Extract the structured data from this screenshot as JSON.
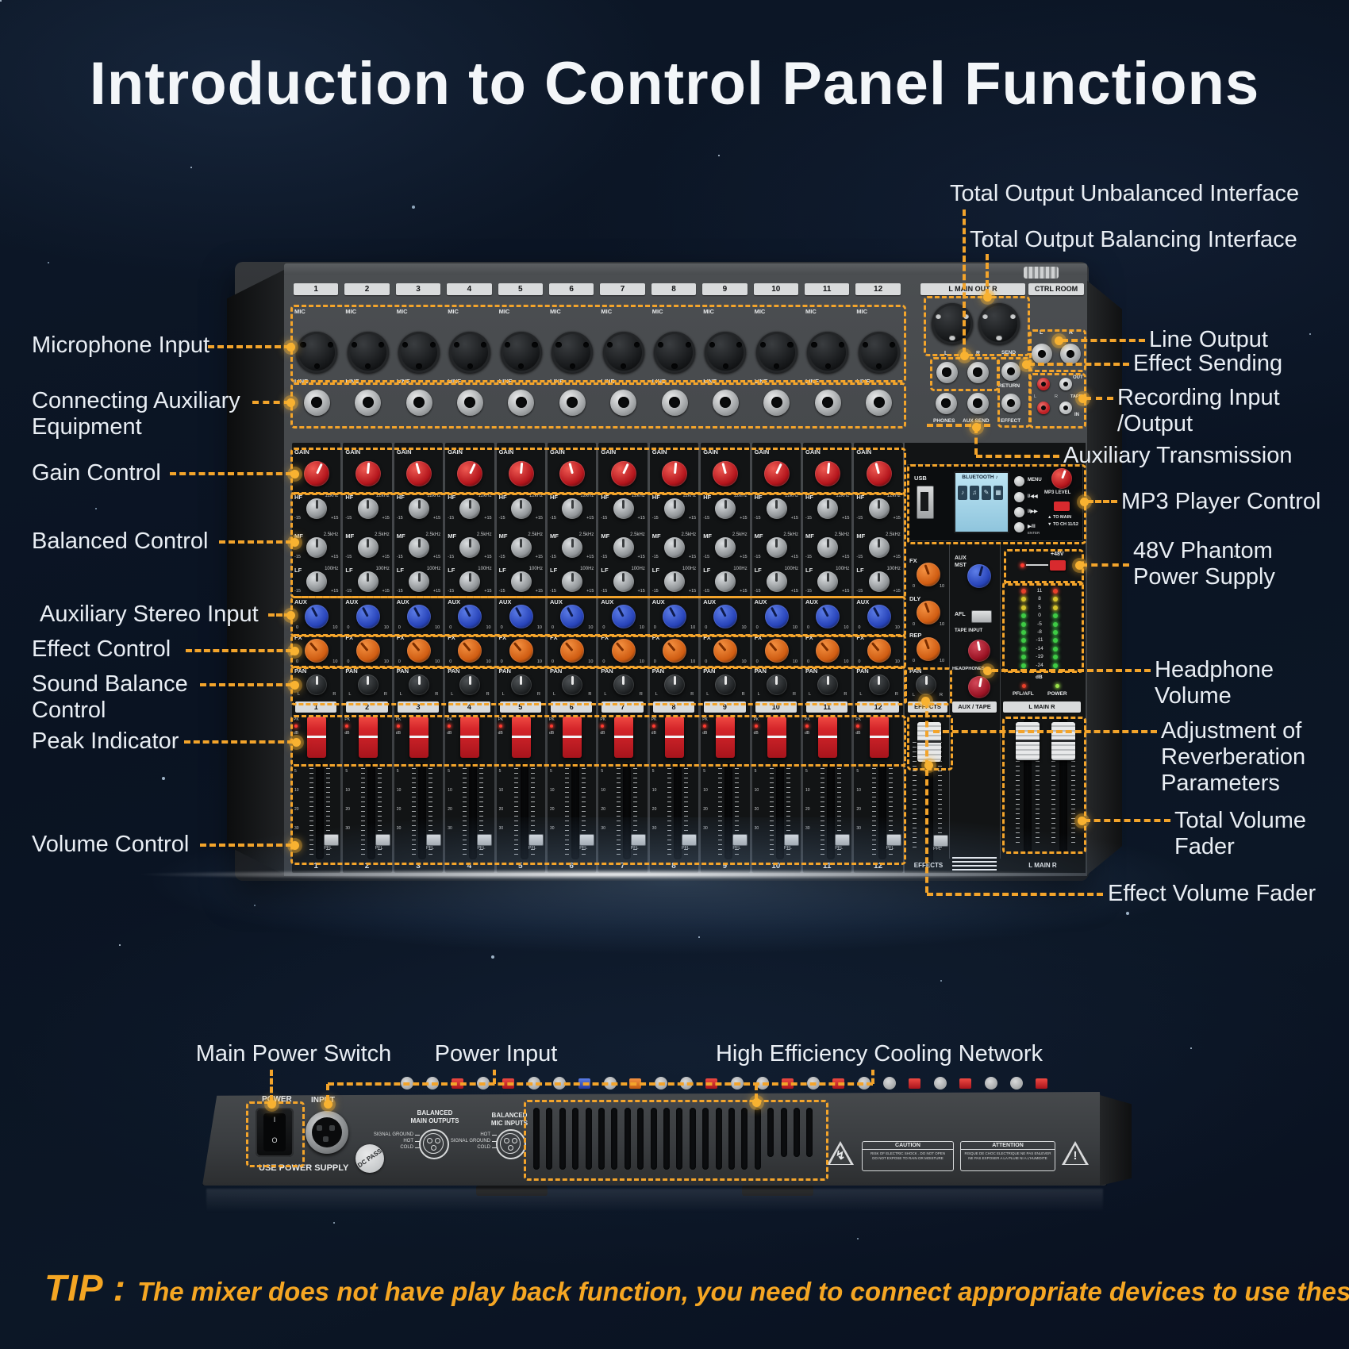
{
  "title": "Introduction to Control Panel Functions",
  "accent_color": "#F3A42B",
  "left_callouts": [
    {
      "lines": [
        "Microphone Input"
      ]
    },
    {
      "lines": [
        "Connecting Auxiliary",
        "Equipment"
      ]
    },
    {
      "lines": [
        "Gain Control"
      ]
    },
    {
      "lines": [
        "Balanced Control"
      ]
    },
    {
      "lines": [
        "Auxiliary Stereo Input"
      ]
    },
    {
      "lines": [
        "Effect Control"
      ]
    },
    {
      "lines": [
        "Sound Balance",
        "Control"
      ]
    },
    {
      "lines": [
        "Peak Indicator"
      ]
    },
    {
      "lines": [
        "Volume Control"
      ]
    }
  ],
  "right_callouts": [
    {
      "lines": [
        "Total Output Unbalanced Interface"
      ]
    },
    {
      "lines": [
        "Total Output Balancing Interface"
      ]
    },
    {
      "lines": [
        "Line Output"
      ]
    },
    {
      "lines": [
        "Effect Sending"
      ]
    },
    {
      "lines": [
        "Recording Input",
        "/Output"
      ]
    },
    {
      "lines": [
        "Auxiliary Transmission"
      ]
    },
    {
      "lines": [
        "MP3 Player Control"
      ]
    },
    {
      "lines": [
        "48V Phantom",
        "Power Supply"
      ]
    },
    {
      "lines": [
        "Headphone",
        "Volume"
      ]
    },
    {
      "lines": [
        "Adjustment of",
        "Reverberation",
        "Parameters"
      ]
    },
    {
      "lines": [
        "Total Volume",
        "Fader"
      ]
    },
    {
      "lines": [
        "Effect Volume Fader"
      ]
    }
  ],
  "mixer": {
    "channels": [
      "1",
      "2",
      "3",
      "4",
      "5",
      "6",
      "7",
      "8",
      "9",
      "10",
      "11",
      "12"
    ],
    "strip": {
      "mic": "MIC",
      "line": "LINE",
      "gain": "GAIN",
      "hf": "HF",
      "hf_freq": "12kHz",
      "mf": "MF",
      "mf_freq": "2.5kHz",
      "lf": "LF",
      "lf_freq": "100Hz",
      "eq_min": "-15",
      "eq_max": "+15",
      "aux": "AUX",
      "fx": "FX",
      "pan": "PAN",
      "min": "0",
      "max": "10",
      "pan_l": "L",
      "pan_r": "R",
      "pk": "PK",
      "db": "dB",
      "pfl": "PFL",
      "fader_scale": [
        "5",
        "10",
        "20",
        "30"
      ]
    },
    "io": {
      "main_out": "L MAIN OUT R",
      "ctrl_room": "CTRL ROOM",
      "left": "L",
      "right": "R",
      "send": "SEND",
      "return": "RETURN",
      "effect": "EFFECT",
      "phones": "PHONES",
      "aux_send": "AUX SEND",
      "out": "OUT",
      "tape": "TAPE",
      "in": "IN"
    },
    "master": {
      "usb": "USB",
      "screen": "BLUETOOTH ♪",
      "menu": "MENU",
      "prev": "I/◀◀",
      "next": "I/▶▶",
      "play": "▶/II",
      "enter": "ENTER",
      "mp3_level": "MP3 LEVEL",
      "to_main": "▲ TO MAIN",
      "to_ch": "▼ TO CH 11/12",
      "phantom": "+48V",
      "fx": "FX",
      "dly": "DLY",
      "rep": "REP",
      "pan": "PAN",
      "aux_mst_1": "AUX",
      "aux_mst_2": "MST",
      "afl": "AFL",
      "tape_input": "TAPE INPUT",
      "headphones": "HEADPHONES",
      "meter": [
        "11",
        "8",
        "5",
        "0",
        "-5",
        "-8",
        "-11",
        "-14",
        "-19",
        "-24"
      ],
      "db": "dB",
      "pfl_afl": "PFL/AFL",
      "power": "POWER",
      "strip_effects": "EFFFCTS",
      "strip_aux_tape": "AUX / TAPE",
      "strip_main": "L MAIN R",
      "bottom_effects": "EFFECTS",
      "bottom_main": "L MAIN R",
      "pfl": "PFL",
      "min": "0",
      "max": "10",
      "pan_l": "L",
      "pan_r": "R"
    }
  },
  "rear": {
    "callouts": [
      "Main Power Switch",
      "Power Input",
      "High Efficiency Cooling Network"
    ],
    "power": "POWER",
    "input": "INPUT",
    "switch_on": "I",
    "switch_off": "O",
    "use_power_supply": "USE POWER SUPPLY",
    "badge": "DC PASS",
    "balanced_main_1": "BALANCED",
    "balanced_main_2": "MAIN OUTPUTS",
    "balanced_mic_1": "BALANCED",
    "balanced_mic_2": "MIC INPUTS",
    "sig_ground": "SIGNAL GROUND",
    "hot": "HOT",
    "cold": "COLD",
    "caution_title": "CAUTION",
    "caution_1": "RISK OF ELECTRIC SHOCK . DO NOT OPEN",
    "caution_2": "DO NOT EXPOSE TO RAIN OR MOISTURE",
    "attention_title": "ATTENTION",
    "attention_1": "RISQUE DE CHOC ELECTRIQUE NE PAS ENLEVER",
    "attention_2": "NE PAS EXPOSER A LA PLUIE NI A L'HUMIDITE",
    "bolt": "↯",
    "excl": "!"
  },
  "tip": {
    "prefix": "TIP :",
    "text": "The mixer does not have play back function, you need to connect appropriate devices to use these."
  }
}
